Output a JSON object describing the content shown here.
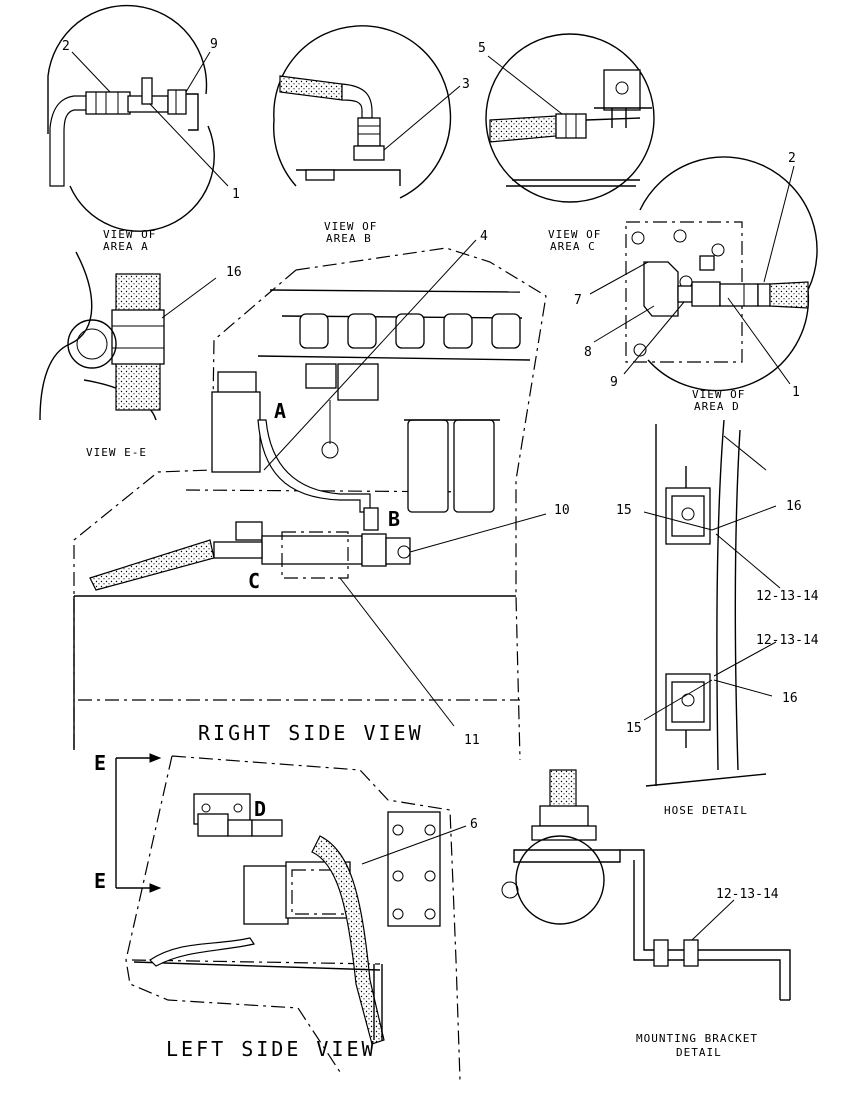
{
  "views": {
    "area_a": {
      "line1": "VIEW OF",
      "line2": "AREA A"
    },
    "area_b": {
      "line1": "VIEW OF",
      "line2": "AREA B"
    },
    "area_c": {
      "line1": "VIEW OF",
      "line2": "AREA C"
    },
    "area_d": {
      "line1": "VIEW OF",
      "line2": "AREA D"
    },
    "view_ee": "VIEW E-E",
    "right_side": "RIGHT SIDE VIEW",
    "left_side": "LEFT SIDE VIEW",
    "hose_detail": "HOSE DETAIL",
    "mounting_bracket": {
      "line1": "MOUNTING BRACKET",
      "line2": "DETAIL"
    }
  },
  "area_letters": {
    "a": "A",
    "b": "B",
    "c": "C",
    "d": "D",
    "e_top": "E",
    "e_bottom": "E"
  },
  "callouts": {
    "a_2": "2",
    "a_9": "9",
    "a_1": "1",
    "b_3": "3",
    "c_5": "5",
    "d_2": "2",
    "d_7": "7",
    "d_8": "8",
    "d_9": "9",
    "d_1": "1",
    "r_4": "4",
    "r_16": "16",
    "r_10": "10",
    "r_11": "11",
    "h_15_top": "15",
    "h_16_top": "16",
    "h_121314_top": "12-13-14",
    "h_121314_bottom": "12-13-14",
    "h_16_bottom": "16",
    "h_15_bottom": "15",
    "l_6": "6",
    "m_121314": "12-13-14"
  }
}
